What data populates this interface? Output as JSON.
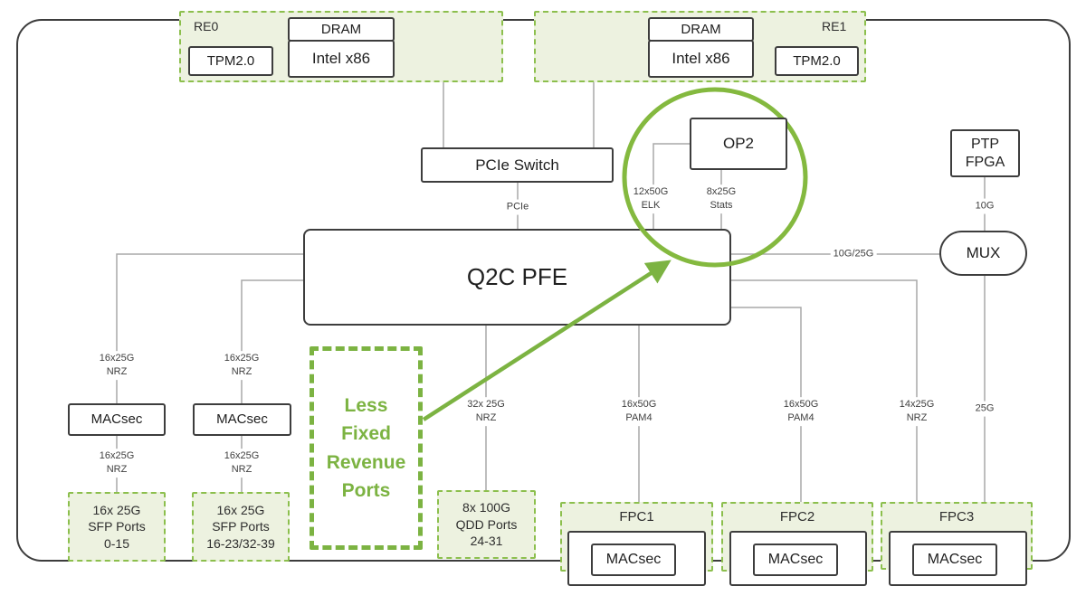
{
  "title": "Q2C PFE system block diagram",
  "colors": {
    "accent_green": "#7cb342",
    "dash_green": "#8cbf4d",
    "light_green_fill": "#edf2e0",
    "box_border": "#3d3d3d",
    "wire_gray": "#a9a9a9"
  },
  "re0": {
    "label": "RE0",
    "tpm": "TPM2.0",
    "dram": "DRAM",
    "cpu": "Intel x86"
  },
  "re1": {
    "label": "RE1",
    "tpm": "TPM2.0",
    "dram": "DRAM",
    "cpu": "Intel x86"
  },
  "pcie_switch": {
    "label": "PCIe Switch"
  },
  "op2": {
    "label": "OP2"
  },
  "ptp_fpga": {
    "label": "PTP\nFPGA"
  },
  "mux": {
    "label": "MUX"
  },
  "q2c_pfe": {
    "label": "Q2C PFE"
  },
  "macsec_left1": {
    "label": "MACsec"
  },
  "macsec_left2": {
    "label": "MACsec"
  },
  "callout": {
    "label": "Less\nFixed\nRevenue\nPorts"
  },
  "ports": {
    "sfp1": "16x 25G\nSFP Ports\n0-15",
    "sfp2": "16x 25G\nSFP Ports\n16-23/32-39",
    "qdd": "8x 100G\nQDD Ports\n24-31"
  },
  "fpc1": {
    "label": "FPC1",
    "macsec": "MACsec"
  },
  "fpc2": {
    "label": "FPC2",
    "macsec": "MACsec"
  },
  "fpc3": {
    "label": "FPC3",
    "macsec": "MACsec"
  },
  "links": {
    "pcie": "PCIe",
    "elk": "12x50G\nELK",
    "stats": "8x25G\nStats",
    "nrz16_top_left": "16x25G\nNRZ",
    "nrz16_top_right": "16x25G\nNRZ",
    "nrz16_bot_left": "16x25G\nNRZ",
    "nrz16_bot_right": "16x25G\nNRZ",
    "nrz32": "32x 25G\nNRZ",
    "pam4_fpc1": "16x50G\nPAM4",
    "pam4_fpc2": "16x50G\nPAM4",
    "nrz14": "14x25G\nNRZ",
    "g10_25": "10G/25G",
    "g10": "10G",
    "g25": "25G"
  }
}
